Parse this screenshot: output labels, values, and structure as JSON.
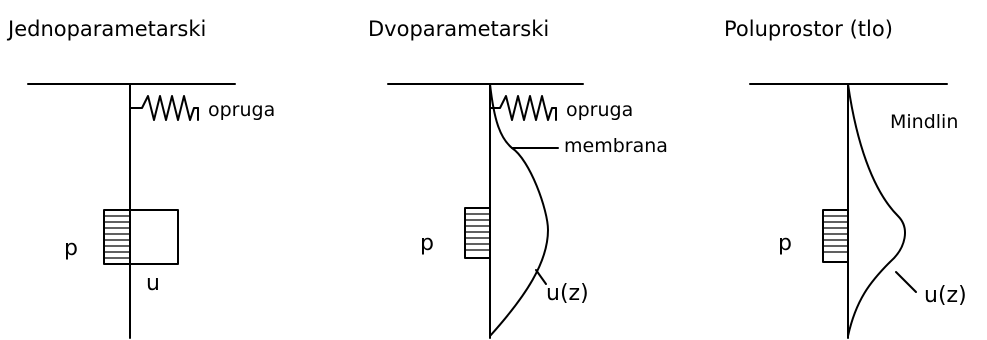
{
  "panels": [
    {
      "title": "Jednoparametarski",
      "spring_label": "opruga",
      "load_label": "p",
      "displacement_label": "u"
    },
    {
      "title": "Dvoparametarski",
      "spring_label": "opruga",
      "membrane_label": "membrana",
      "load_label": "p",
      "displacement_label": "u(z)"
    },
    {
      "title": "Poluprostor (tlo)",
      "model_label": "Mindlin",
      "load_label": "p",
      "displacement_label": "u(z)"
    }
  ]
}
